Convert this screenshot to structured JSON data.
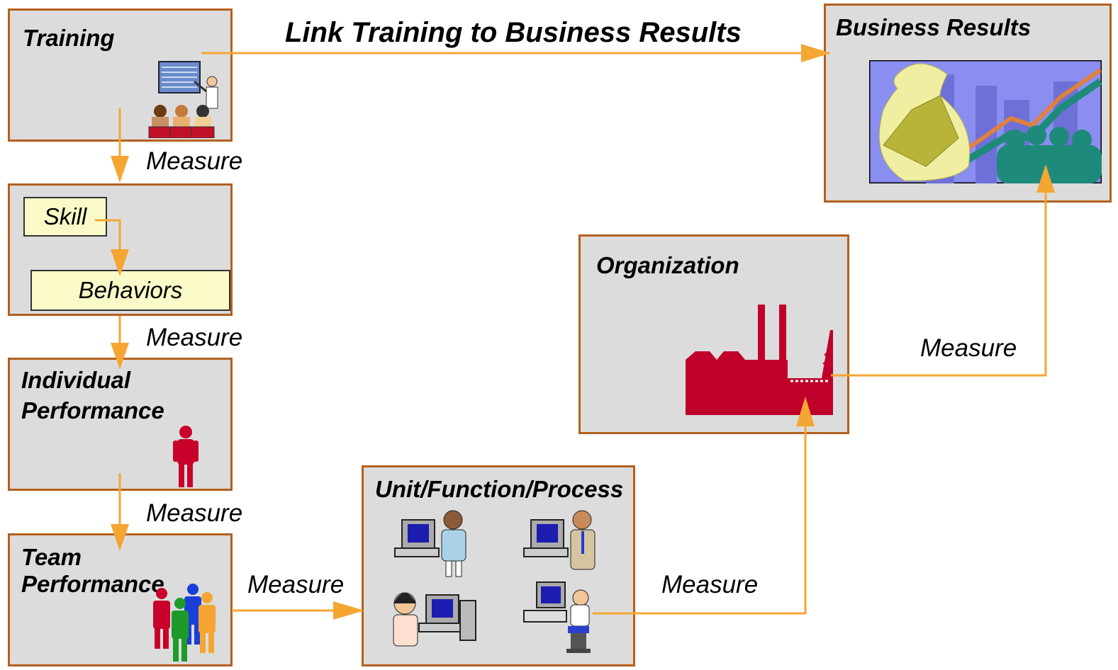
{
  "headline": "Link Training to Business Results",
  "boxes": {
    "training": "Training",
    "skill": "Skill",
    "behaviors": "Behaviors",
    "individual_line1": "Individual",
    "individual_line2": "Performance",
    "team_line1": "Team",
    "team_line2": "Performance",
    "unit": "Unit/Function/Process",
    "organization": "Organization",
    "business": "Business Results"
  },
  "measures": {
    "m1": "Measure",
    "m2": "Measure",
    "m3": "Measure",
    "m4": "Measure",
    "m5": "Measure",
    "m6": "Measure"
  },
  "colors": {
    "box_border": "#b4601e",
    "box_fill": "#dcdcdc",
    "arrow": "#f5a632",
    "sub_fill": "#fafac8",
    "factory": "#c0002a"
  }
}
